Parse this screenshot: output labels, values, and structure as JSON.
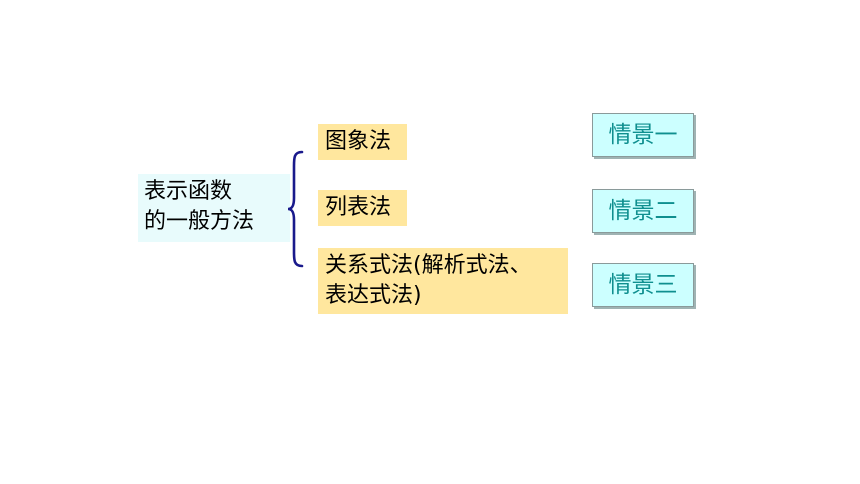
{
  "root": {
    "line1": "表示函数",
    "line2": "的一般方法"
  },
  "methods": [
    {
      "label": "图象法"
    },
    {
      "label": "列表法"
    },
    {
      "line1": "关系式法(解析式法、",
      "line2": "表达式法)"
    }
  ],
  "scenarios": [
    {
      "label": "情景一"
    },
    {
      "label": "情景二"
    },
    {
      "label": "情景三"
    }
  ],
  "colors": {
    "root_bg": "#e8fbfc",
    "method_bg": "#ffe79e",
    "scenario_bg": "#ccffff",
    "scenario_text": "#0f8f8f",
    "brace": "#1a1a8c"
  }
}
